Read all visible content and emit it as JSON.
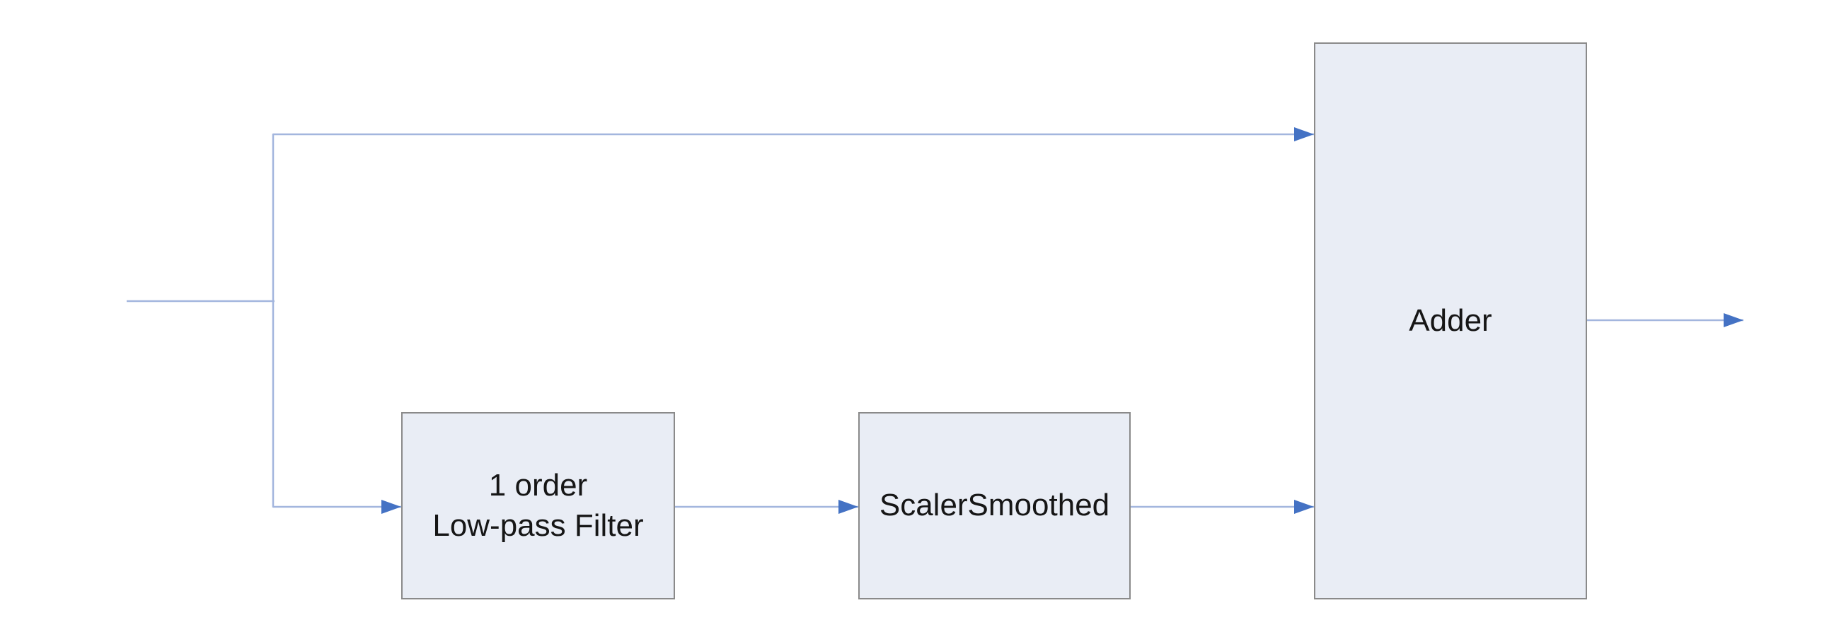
{
  "diagram": {
    "nodes": [
      {
        "id": "lowpass-filter",
        "lines": [
          "1 order",
          "Low-pass Filter"
        ]
      },
      {
        "id": "scaler-smoothed",
        "lines": [
          "ScalerSmoothed"
        ]
      },
      {
        "id": "adder",
        "lines": [
          "Adder"
        ]
      }
    ],
    "edges": [
      {
        "id": "source-input",
        "from": "input",
        "to": "junction",
        "arrow": false
      },
      {
        "id": "junction-branch",
        "from": "junction",
        "to": "junction",
        "arrow": false
      },
      {
        "id": "branch-to-adder-top",
        "from": "junction",
        "to": "Adder",
        "arrow": true
      },
      {
        "id": "branch-to-lowpass",
        "from": "junction",
        "to": "1 order Low-pass Filter",
        "arrow": true
      },
      {
        "id": "lowpass-to-scaler",
        "from": "1 order Low-pass Filter",
        "to": "ScalerSmoothed",
        "arrow": true
      },
      {
        "id": "scaler-to-adder",
        "from": "ScalerSmoothed",
        "to": "Adder",
        "arrow": true
      },
      {
        "id": "adder-output",
        "from": "Adder",
        "to": "output",
        "arrow": true
      }
    ],
    "colors": {
      "canvas_bg": "#ffffff",
      "node_fill": "#E9EDF5",
      "node_border": "#8A8A8A",
      "connector": "#A3B6DE",
      "arrowhead": "#4472C4",
      "text_color": "#161616"
    }
  }
}
